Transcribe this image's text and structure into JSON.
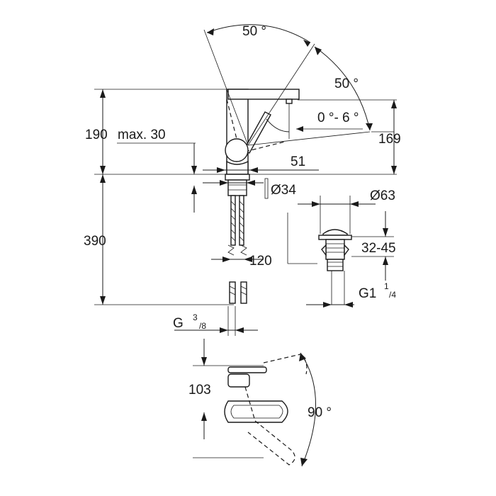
{
  "dimensions": {
    "angle_top": "50 °",
    "angle_right": "50 °",
    "tilt": "0 °- 6 °",
    "height_total": "190",
    "max_30": "max. 30",
    "height_169": "169",
    "width_51": "51",
    "diameter_34": "Ø34",
    "diameter_63": "Ø63",
    "range_32_45": "32-45",
    "length_390": "390",
    "length_120": "120",
    "thread_g1": "G1",
    "thread_g1_sup": "1",
    "thread_g1_sub": "/4",
    "thread_g38": "G",
    "thread_g38_sup": "3",
    "thread_g38_sub": "/8",
    "height_103": "103",
    "angle_swivel": "90 °"
  }
}
